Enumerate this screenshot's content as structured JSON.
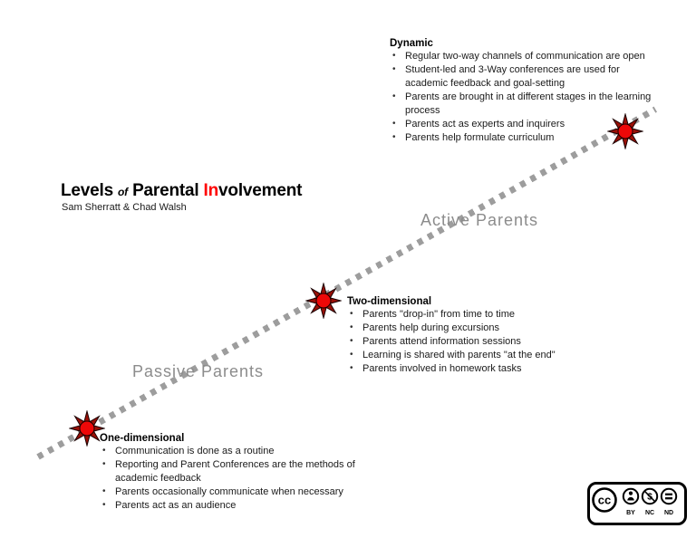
{
  "title": {
    "word1": "Levels",
    "of": "of",
    "word2": "Parental ",
    "highlight": "In",
    "word3": "volvement",
    "subtitle": "Sam Sherratt & Chad Walsh"
  },
  "axis_labels": {
    "passive": "Passive Parents",
    "active": "Active Parents"
  },
  "levels": [
    {
      "name": "One-dimensional",
      "bullets": [
        "Communication is done as a routine",
        "Reporting and Parent Conferences are the methods of academic feedback",
        "Parents occasionally communicate when necessary",
        "Parents act as an audience"
      ]
    },
    {
      "name": "Two-dimensional",
      "bullets": [
        "Parents \"drop-in\" from time to time",
        "Parents help during excursions",
        "Parents attend information sessions",
        "Learning is shared with parents \"at the end\"",
        "Parents involved in homework tasks"
      ]
    },
    {
      "name": "Dynamic",
      "bullets": [
        "Regular two-way channels of communication are open",
        "Student-led and 3-Way conferences are used for academic feedback and goal-setting",
        "Parents are brought in at different stages in the learning process",
        "Parents act as experts and inquirers",
        "Parents help formulate curriculum"
      ]
    }
  ],
  "license": {
    "logo": "cc",
    "labels": [
      "BY",
      "NC",
      "ND"
    ]
  },
  "colors": {
    "accent_red": "#ff0000",
    "marker_center": "#ee0808",
    "marker_spikes": "#9b1007",
    "line_gray": "#9d9d9d",
    "label_gray": "#8c8c8c"
  }
}
